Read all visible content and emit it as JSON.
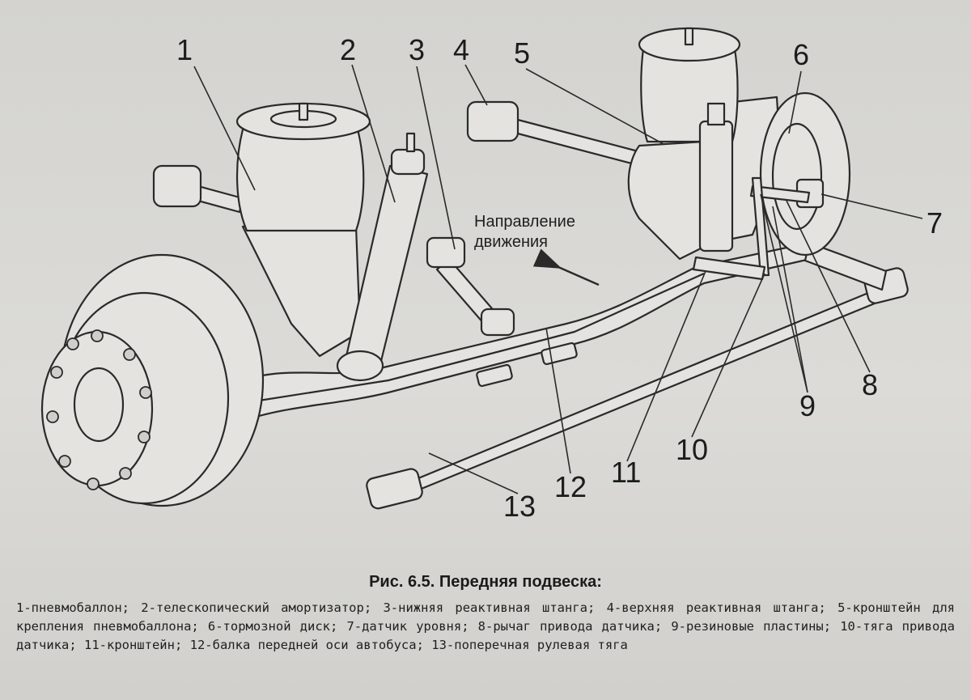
{
  "diagram": {
    "callouts": [
      "1",
      "2",
      "3",
      "4",
      "5",
      "6",
      "7",
      "8",
      "9",
      "10",
      "11",
      "12",
      "13"
    ],
    "direction_label": "Направление\nдвижения"
  },
  "caption": {
    "title": "Рис. 6.5. Передняя подвеска:",
    "body": "1-пневмобаллон; 2-телескопический амортизатор; 3-нижняя реактивная штанга; 4-верхняя реактивная штанга; 5-кронштейн для крепления пневмобаллона; 6-тормозной диск; 7-датчик уровня; 8-рычаг привода датчика; 9-резиновые пластины; 10-тяга привода датчика; 11-кронштейн; 12-балка передней оси автобуса; 13-поперечная рулевая тяга"
  },
  "colors": {
    "line": "#2a2a2a",
    "part_fill": "#e4e3df",
    "shade": "#bdbcb8"
  }
}
